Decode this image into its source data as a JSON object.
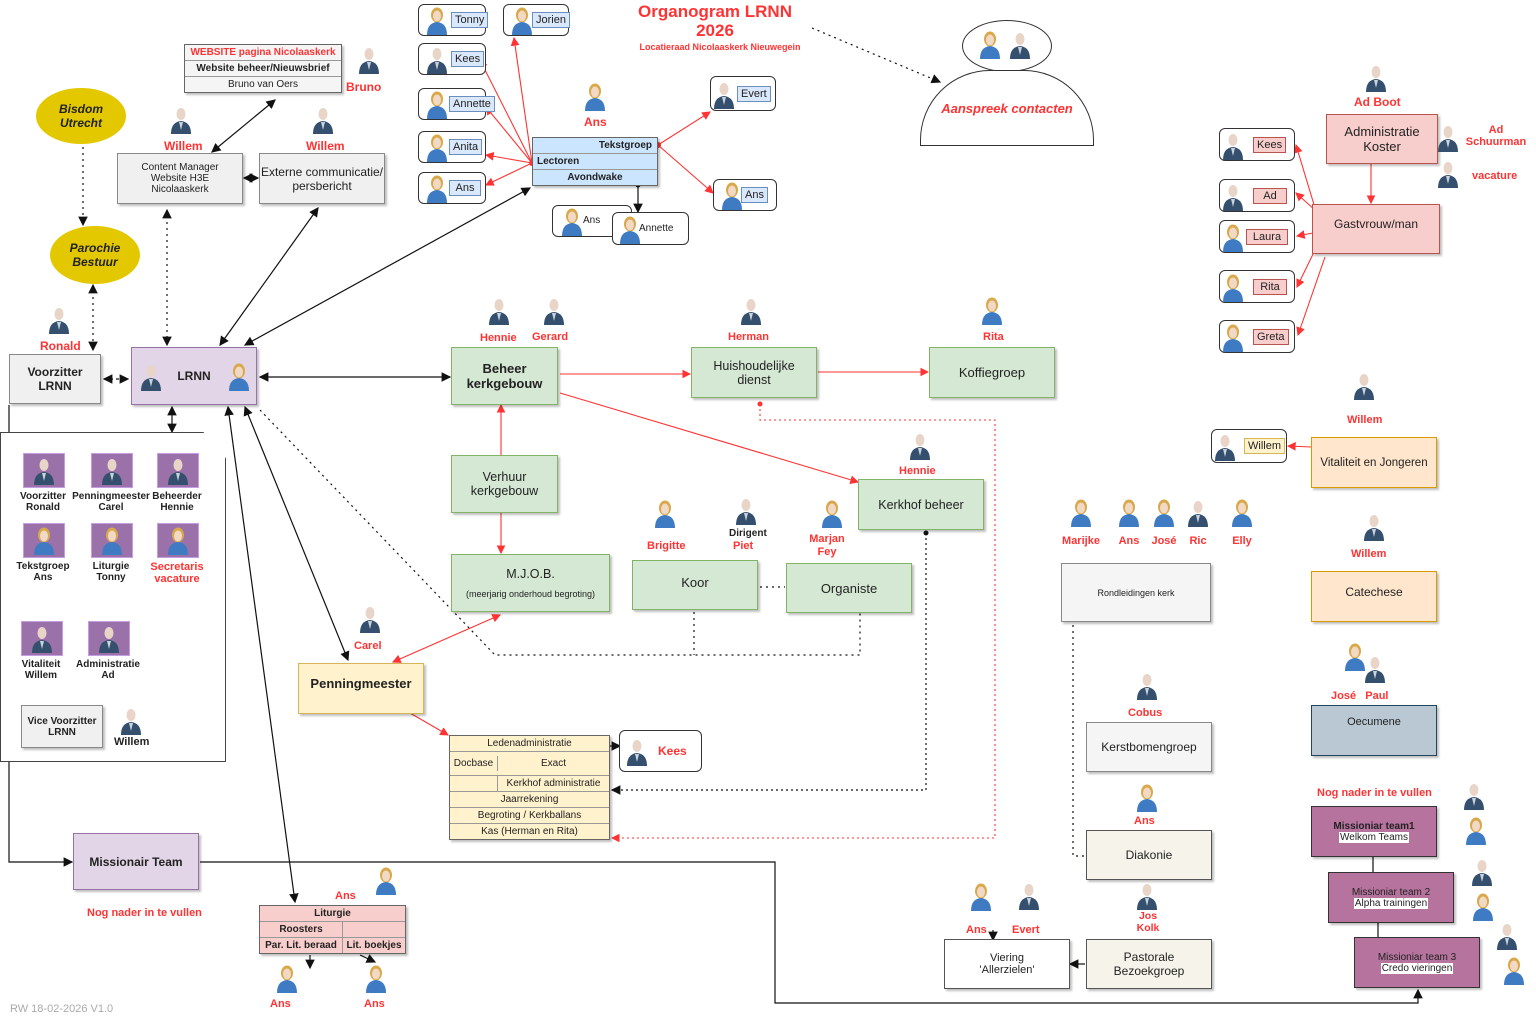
{
  "title": {
    "main": "Organogram LRNN",
    "year": "2026",
    "subtitle": "Locatieraad Nicolaaskerk Nieuwegein"
  },
  "footer": "RW 18-02-2026 V1.0",
  "colors": {
    "accent_red": "#ff3333",
    "lrnn_purple": "#e1d5e7",
    "green": "#d5e8d4",
    "yellow": "#fff2cc",
    "pink": "#f8cecc",
    "blue": "#cce5ff",
    "cloud": "#e3c800",
    "magenta": "#b5739d"
  },
  "clouds": {
    "bisdom": "Bisdom Utrecht",
    "parochie": "Parochie Bestuur"
  },
  "website": {
    "header": "WEBSITE pagina Nicolaaskerk",
    "row1": "Website beheer/Nieuwsbrief",
    "row2": "Bruno van Oers",
    "person": "Bruno"
  },
  "content_manager": {
    "label": "Content Manager Website H3E Nicolaaskerk",
    "person": "Willem"
  },
  "externe": {
    "label": "Externe communicatie/ persbericht",
    "person": "Willem"
  },
  "tekstgroep": {
    "person": "Ans",
    "rows": [
      "Tekstgroep",
      "Lectoren",
      "Avondwake"
    ],
    "left_members": [
      "Tonny",
      "Kees",
      "Annette",
      "Anita",
      "Ans"
    ],
    "top_member": "Jorien",
    "right_members": [
      "Evert",
      "Ans"
    ],
    "avondwake_members": [
      "Ans",
      "Annette"
    ]
  },
  "aanspreek": {
    "label": "Aanspreek contacten"
  },
  "administratie": {
    "label": "Administratie Koster",
    "person_top": "Ad Boot",
    "person_right1": "Ad Schuurman",
    "person_right2": "vacature",
    "gastvrouw": "Gastvrouw/man",
    "members": [
      "Kees",
      "Ad",
      "Laura",
      "Rita",
      "Greta"
    ]
  },
  "voorzitter": {
    "label": "Voorzitter LRNN",
    "person": "Ronald"
  },
  "lrnn": {
    "label": "LRNN"
  },
  "board": {
    "members": [
      {
        "role": "Voorzitter",
        "name": "Ronald"
      },
      {
        "role": "Penningmeester",
        "name": "Carel"
      },
      {
        "role": "Beheerder",
        "name": "Hennie"
      },
      {
        "role": "Tekstgroep",
        "name": "Ans"
      },
      {
        "role": "Liturgie",
        "name": "Tonny"
      },
      {
        "role": "Secretaris",
        "name": "vacature"
      },
      {
        "role": "Vitaliteit",
        "name": "Willem"
      },
      {
        "role": "Administratie",
        "name": "Ad"
      }
    ],
    "vice": "Vice Voorzitter LRNN",
    "vice_person": "Willem"
  },
  "beheer": {
    "label": "Beheer kerkgebouw",
    "persons": [
      "Hennie",
      "Gerard"
    ]
  },
  "huishoudelijk": {
    "label": "Huishoudelijke dienst",
    "person": "Herman"
  },
  "koffie": {
    "label": "Koffiegroep",
    "person": "Rita"
  },
  "kerkhof": {
    "label": "Kerkhof beheer",
    "person": "Hennie"
  },
  "verhuur": {
    "label": "Verhuur kerkgebouw"
  },
  "mjob": {
    "label": "M.J.O.B.",
    "sub": "(meerjarig onderhoud begroting)"
  },
  "koor": {
    "label": "Koor",
    "person": "Brigitte",
    "dirigent_label": "Dirigent",
    "dirigent": "Piet"
  },
  "organiste": {
    "label": "Organiste",
    "person": "Marjan Fey"
  },
  "penningmeester": {
    "label": "Penningmeester",
    "person": "Carel"
  },
  "finance_table": {
    "rows": [
      [
        "Ledenadministratie"
      ],
      [
        "Docbase",
        "Exact"
      ],
      [
        "",
        "Kerkhof administratie"
      ],
      [
        "Jaarrekening"
      ],
      [
        "Begroting / Kerkballans"
      ],
      [
        "Kas (Herman en Rita)"
      ]
    ],
    "linked_person": "Kees"
  },
  "missionair": {
    "label": "Missionair Team",
    "note": "Nog nader in te vullen"
  },
  "liturgie": {
    "person_top": "Ans",
    "rows": [
      [
        "Liturgie"
      ],
      [
        "Roosters",
        ""
      ],
      [
        "Par. Lit. beraad",
        "Lit. boekjes"
      ]
    ],
    "person_bottom_left": "Ans",
    "person_bottom_right": "Ans"
  },
  "rondleidingen": {
    "label": "Rondleidingen kerk",
    "persons": [
      "Marijke",
      "Ans",
      "José",
      "Ric",
      "Elly"
    ]
  },
  "kerstbomen": {
    "label": "Kerstbomengroep",
    "person": "Cobus"
  },
  "diakonie": {
    "label": "Diakonie",
    "person": "Ans"
  },
  "pastorale": {
    "label": "Pastorale Bezoekgroep",
    "person": "Jos Kolk"
  },
  "viering": {
    "label": "Viering 'Allerzielen'",
    "persons": [
      "Ans",
      "Evert"
    ]
  },
  "vitaliteit": {
    "label": "Vitaliteit en Jongeren",
    "person": "Willem",
    "member": "Willem"
  },
  "catechese": {
    "label": "Catechese",
    "person": "Willem"
  },
  "oecumene": {
    "label": "Oecumene",
    "persons": "José   Paul"
  },
  "missionair_teams": {
    "note": "Nog nader in te vullen",
    "teams": [
      {
        "title": "Missioniar team1",
        "sub": "Welkom Teams"
      },
      {
        "title": "Missioniar team 2",
        "sub": "Alpha trainingen"
      },
      {
        "title": "Missioniar team 3",
        "sub": "Credo vieringen"
      }
    ]
  }
}
